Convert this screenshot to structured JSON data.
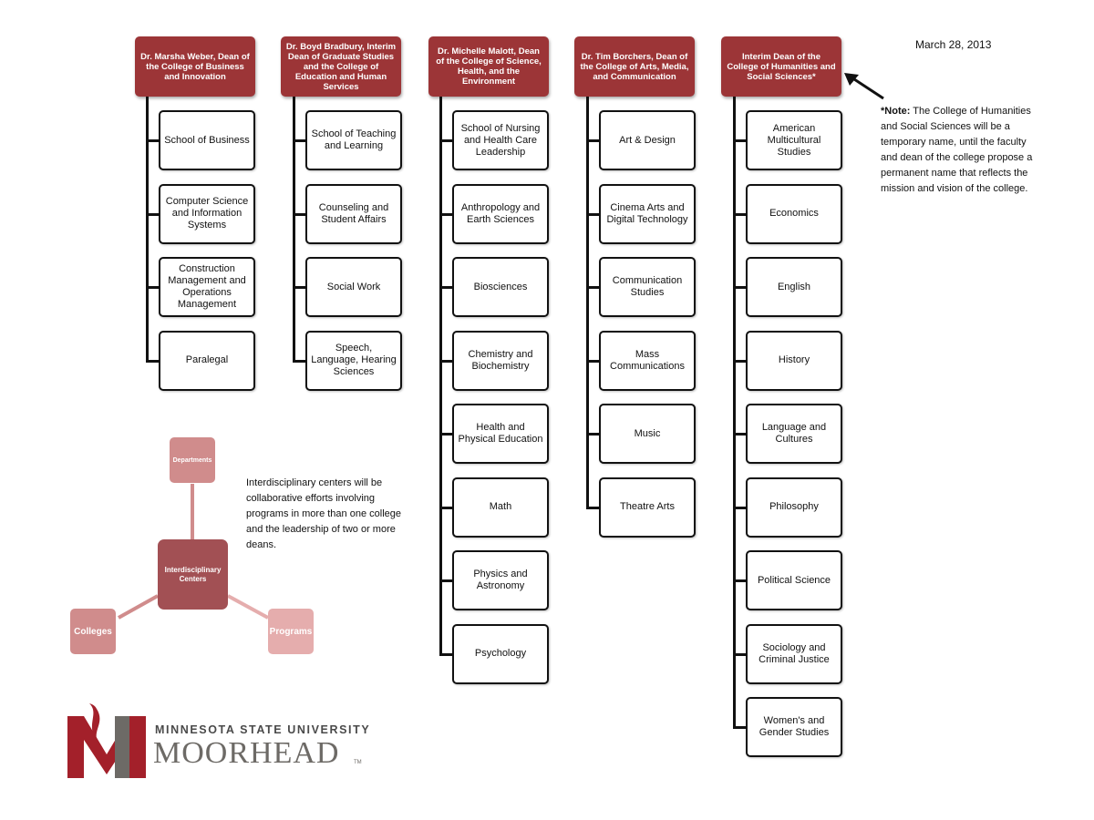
{
  "date": "March 28, 2013",
  "columns": [
    {
      "head": "Dr. Marsha Weber, Dean of the College of Business and Innovation",
      "items": [
        "School of Business",
        "Computer Science and Information Systems",
        "Construction Management and Operations Management",
        "Paralegal"
      ]
    },
    {
      "head": "Dr. Boyd Bradbury, Interim Dean of Graduate Studies and the College of Education and Human Services",
      "items": [
        "School of Teaching and Learning",
        "Counseling and Student Affairs",
        "Social Work",
        "Speech, Language, Hearing Sciences"
      ]
    },
    {
      "head": "Dr. Michelle Malott, Dean of the College of Science, Health, and the Environment",
      "items": [
        "School of Nursing and Health Care Leadership",
        "Anthropology and Earth Sciences",
        "Biosciences",
        "Chemistry and Biochemistry",
        "Health and Physical Education",
        "Math",
        "Physics and Astronomy",
        "Psychology"
      ]
    },
    {
      "head": "Dr. Tim Borchers, Dean of the College of Arts, Media, and Communication",
      "items": [
        "Art & Design",
        "Cinema Arts and Digital Technology",
        "Communication Studies",
        "Mass Communications",
        "Music",
        "Theatre Arts"
      ]
    },
    {
      "head": "Interim Dean of the College of Humanities and Social Sciences*",
      "items": [
        "American Multicultural Studies",
        "Economics",
        "English",
        "History",
        "Language and Cultures",
        "Philosophy",
        "Political Science",
        "Sociology and Criminal Justice",
        "Women's and Gender Studies"
      ]
    }
  ],
  "note": {
    "label": "*Note:",
    "text": " The College of Humanities and Social Sciences will be a temporary name, until the faculty and dean of the college propose a permanent name that reflects the mission and vision of the college."
  },
  "interdisciplinary": {
    "center": "Interdisciplinary Centers",
    "departments": "Departments",
    "colleges": "Colleges",
    "programs": "Programs",
    "description": "Interdisciplinary centers will be collaborative efforts involving programs in more than one college and the leadership of two or more deans."
  },
  "logo": {
    "top": "MINNESOTA STATE UNIVERSITY",
    "bottom": "MOORHEAD",
    "tm": "TM"
  },
  "colors": {
    "head": "#9c3537",
    "center": "#a25054",
    "satellite_dark": "#d08c8c",
    "satellite_light": "#e5adad",
    "logo_red": "#a3202a",
    "logo_gray": "#6d6a66"
  }
}
